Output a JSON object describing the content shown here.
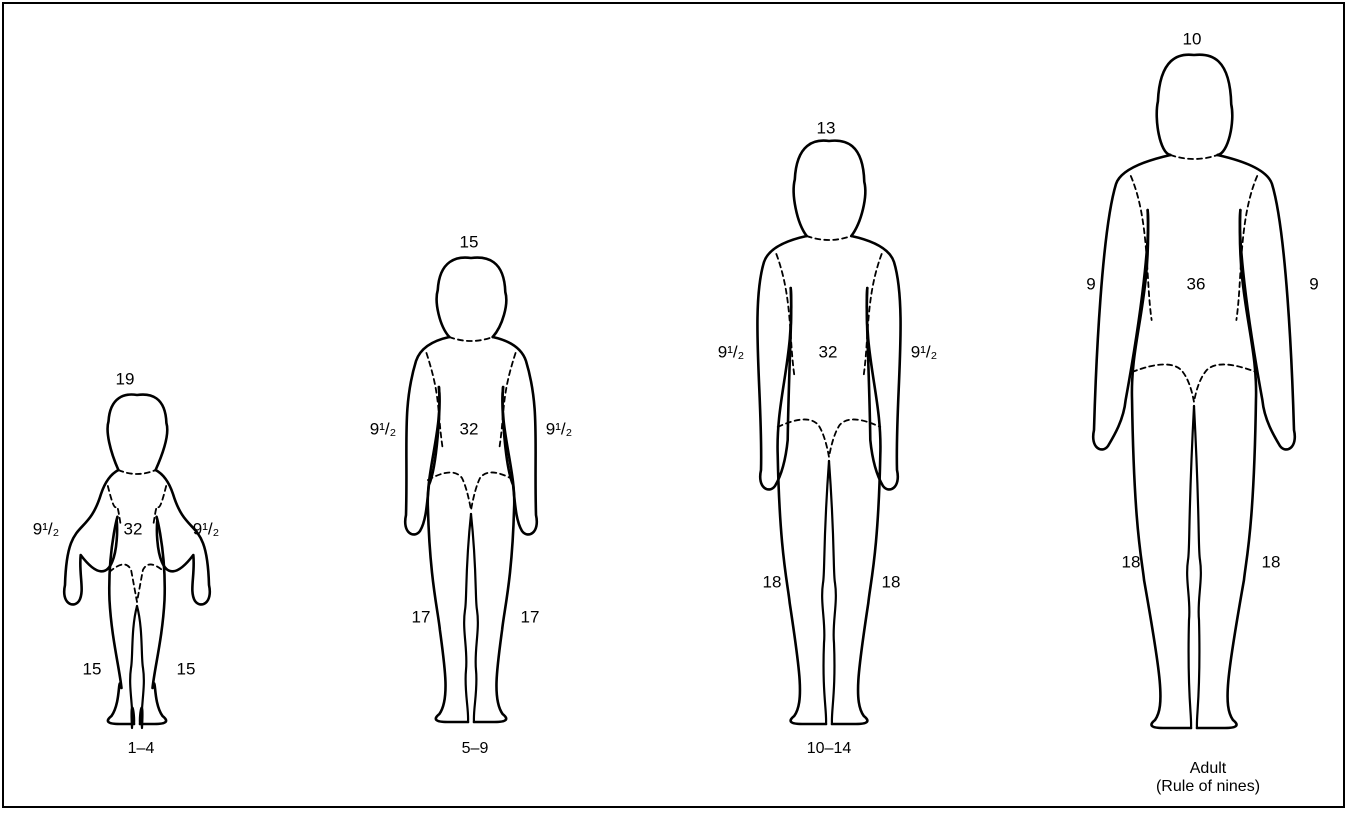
{
  "figures": [
    {
      "age_group": "1–4",
      "head": "19",
      "arm_left": "9¹/₂",
      "trunk": "32",
      "arm_right": "9¹/₂",
      "leg_left": "15",
      "leg_right": "15"
    },
    {
      "age_group": "5–9",
      "head": "15",
      "arm_left": "9¹/₂",
      "trunk": "32",
      "arm_right": "9¹/₂",
      "leg_left": "17",
      "leg_right": "17"
    },
    {
      "age_group": "10–14",
      "head": "13",
      "arm_left": "9¹/₂",
      "trunk": "32",
      "arm_right": "9¹/₂",
      "leg_left": "18",
      "leg_right": "18"
    },
    {
      "age_group": "Adult",
      "age_group_note": "(Rule of nines)",
      "head": "10",
      "arm_left": "9",
      "trunk": "36",
      "arm_right": "9",
      "leg_left": "18",
      "leg_right": "18"
    }
  ]
}
